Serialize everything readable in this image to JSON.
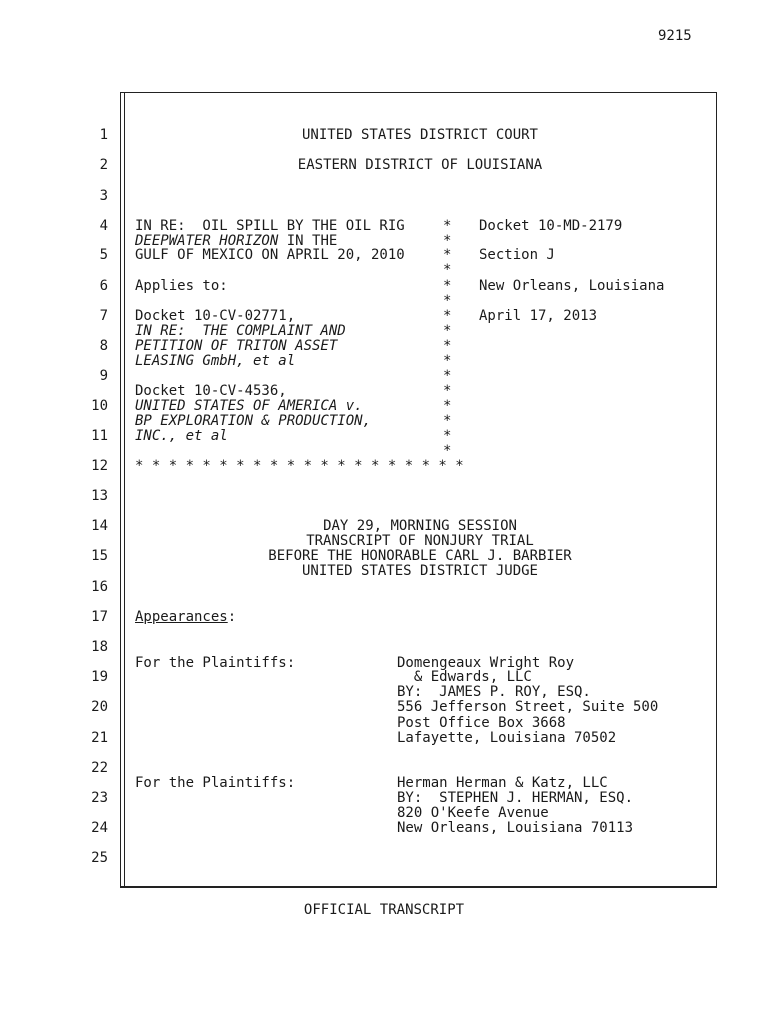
{
  "page_number": "9215",
  "line_numbers": [
    "1",
    "2",
    "3",
    "4",
    "5",
    "6",
    "7",
    "8",
    "9",
    "10",
    "11",
    "12",
    "13",
    "14",
    "15",
    "16",
    "17",
    "18",
    "19",
    "20",
    "21",
    "22",
    "23",
    "24",
    "25"
  ],
  "court": {
    "name": "UNITED STATES DISTRICT COURT",
    "district": "EASTERN DISTRICT OF LOUISIANA"
  },
  "caption": {
    "in_re_1": "IN RE:  OIL SPILL BY THE OIL RIG",
    "in_re_2_italic": "DEEPWATER HORIZON",
    "in_re_2_rest": " IN THE",
    "in_re_3": "GULF OF MEXICO ON APRIL 20, 2010",
    "applies_to": "Applies to:",
    "docket_a": "Docket 10-CV-02771,",
    "docket_a_l2": "IN RE:  THE COMPLAINT AND",
    "docket_a_l3": "PETITION OF TRITON ASSET",
    "docket_a_l4": "LEASING GmbH, et al",
    "docket_b": "Docket 10-CV-4536,",
    "docket_b_l2": "UNITED STATES OF AMERICA v.",
    "docket_b_l3": "BP EXPLORATION & PRODUCTION,",
    "docket_b_l4": "INC., et al",
    "asterisk": "*",
    "star_row": "* * * * * * * * * * * * * * * * * * * *"
  },
  "case_info": {
    "docket": "Docket 10-MD-2179",
    "section": "Section J",
    "location": "New Orleans, Louisiana",
    "date": "April 17, 2013"
  },
  "session": {
    "day": "DAY 29, MORNING SESSION",
    "type": "TRANSCRIPT OF NONJURY TRIAL",
    "before": "BEFORE THE HONORABLE CARL J. BARBIER",
    "judge": "UNITED STATES DISTRICT JUDGE"
  },
  "appearances": {
    "label": "Appearances",
    "colon": ":",
    "entries": [
      {
        "role": "For the Plaintiffs:",
        "lines": [
          "Domengeaux Wright Roy",
          "  & Edwards, LLC",
          "BY:  JAMES P. ROY, ESQ.",
          "556 Jefferson Street, Suite 500",
          "Post Office Box 3668",
          "Lafayette, Louisiana 70502"
        ]
      },
      {
        "role": "For the Plaintiffs:",
        "lines": [
          "Herman Herman & Katz, LLC",
          "BY:  STEPHEN J. HERMAN, ESQ.",
          "820 O'Keefe Avenue",
          "New Orleans, Louisiana 70113"
        ]
      }
    ]
  },
  "footer": "OFFICIAL TRANSCRIPT"
}
